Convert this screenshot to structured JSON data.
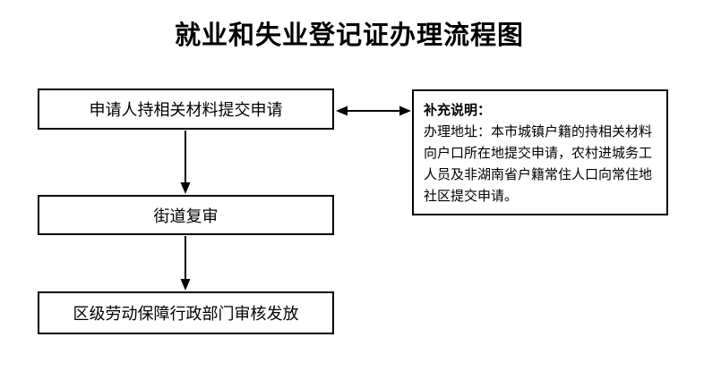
{
  "title": "就业和失业登记证办理流程图",
  "flow": {
    "steps": [
      {
        "label": "申请人持相关材料提交申请"
      },
      {
        "label": "街道复审"
      },
      {
        "label": "区级劳动保障行政部门审核发放"
      }
    ]
  },
  "note": {
    "heading": "补充说明：",
    "body": "办理地址：本市城镇户籍的持相关材料向户口所在地提交申请，农村进城务工人员及非湖南省户籍常住人口向常住地社区提交申请。"
  },
  "colors": {
    "line": "#000000",
    "background": "#ffffff"
  }
}
